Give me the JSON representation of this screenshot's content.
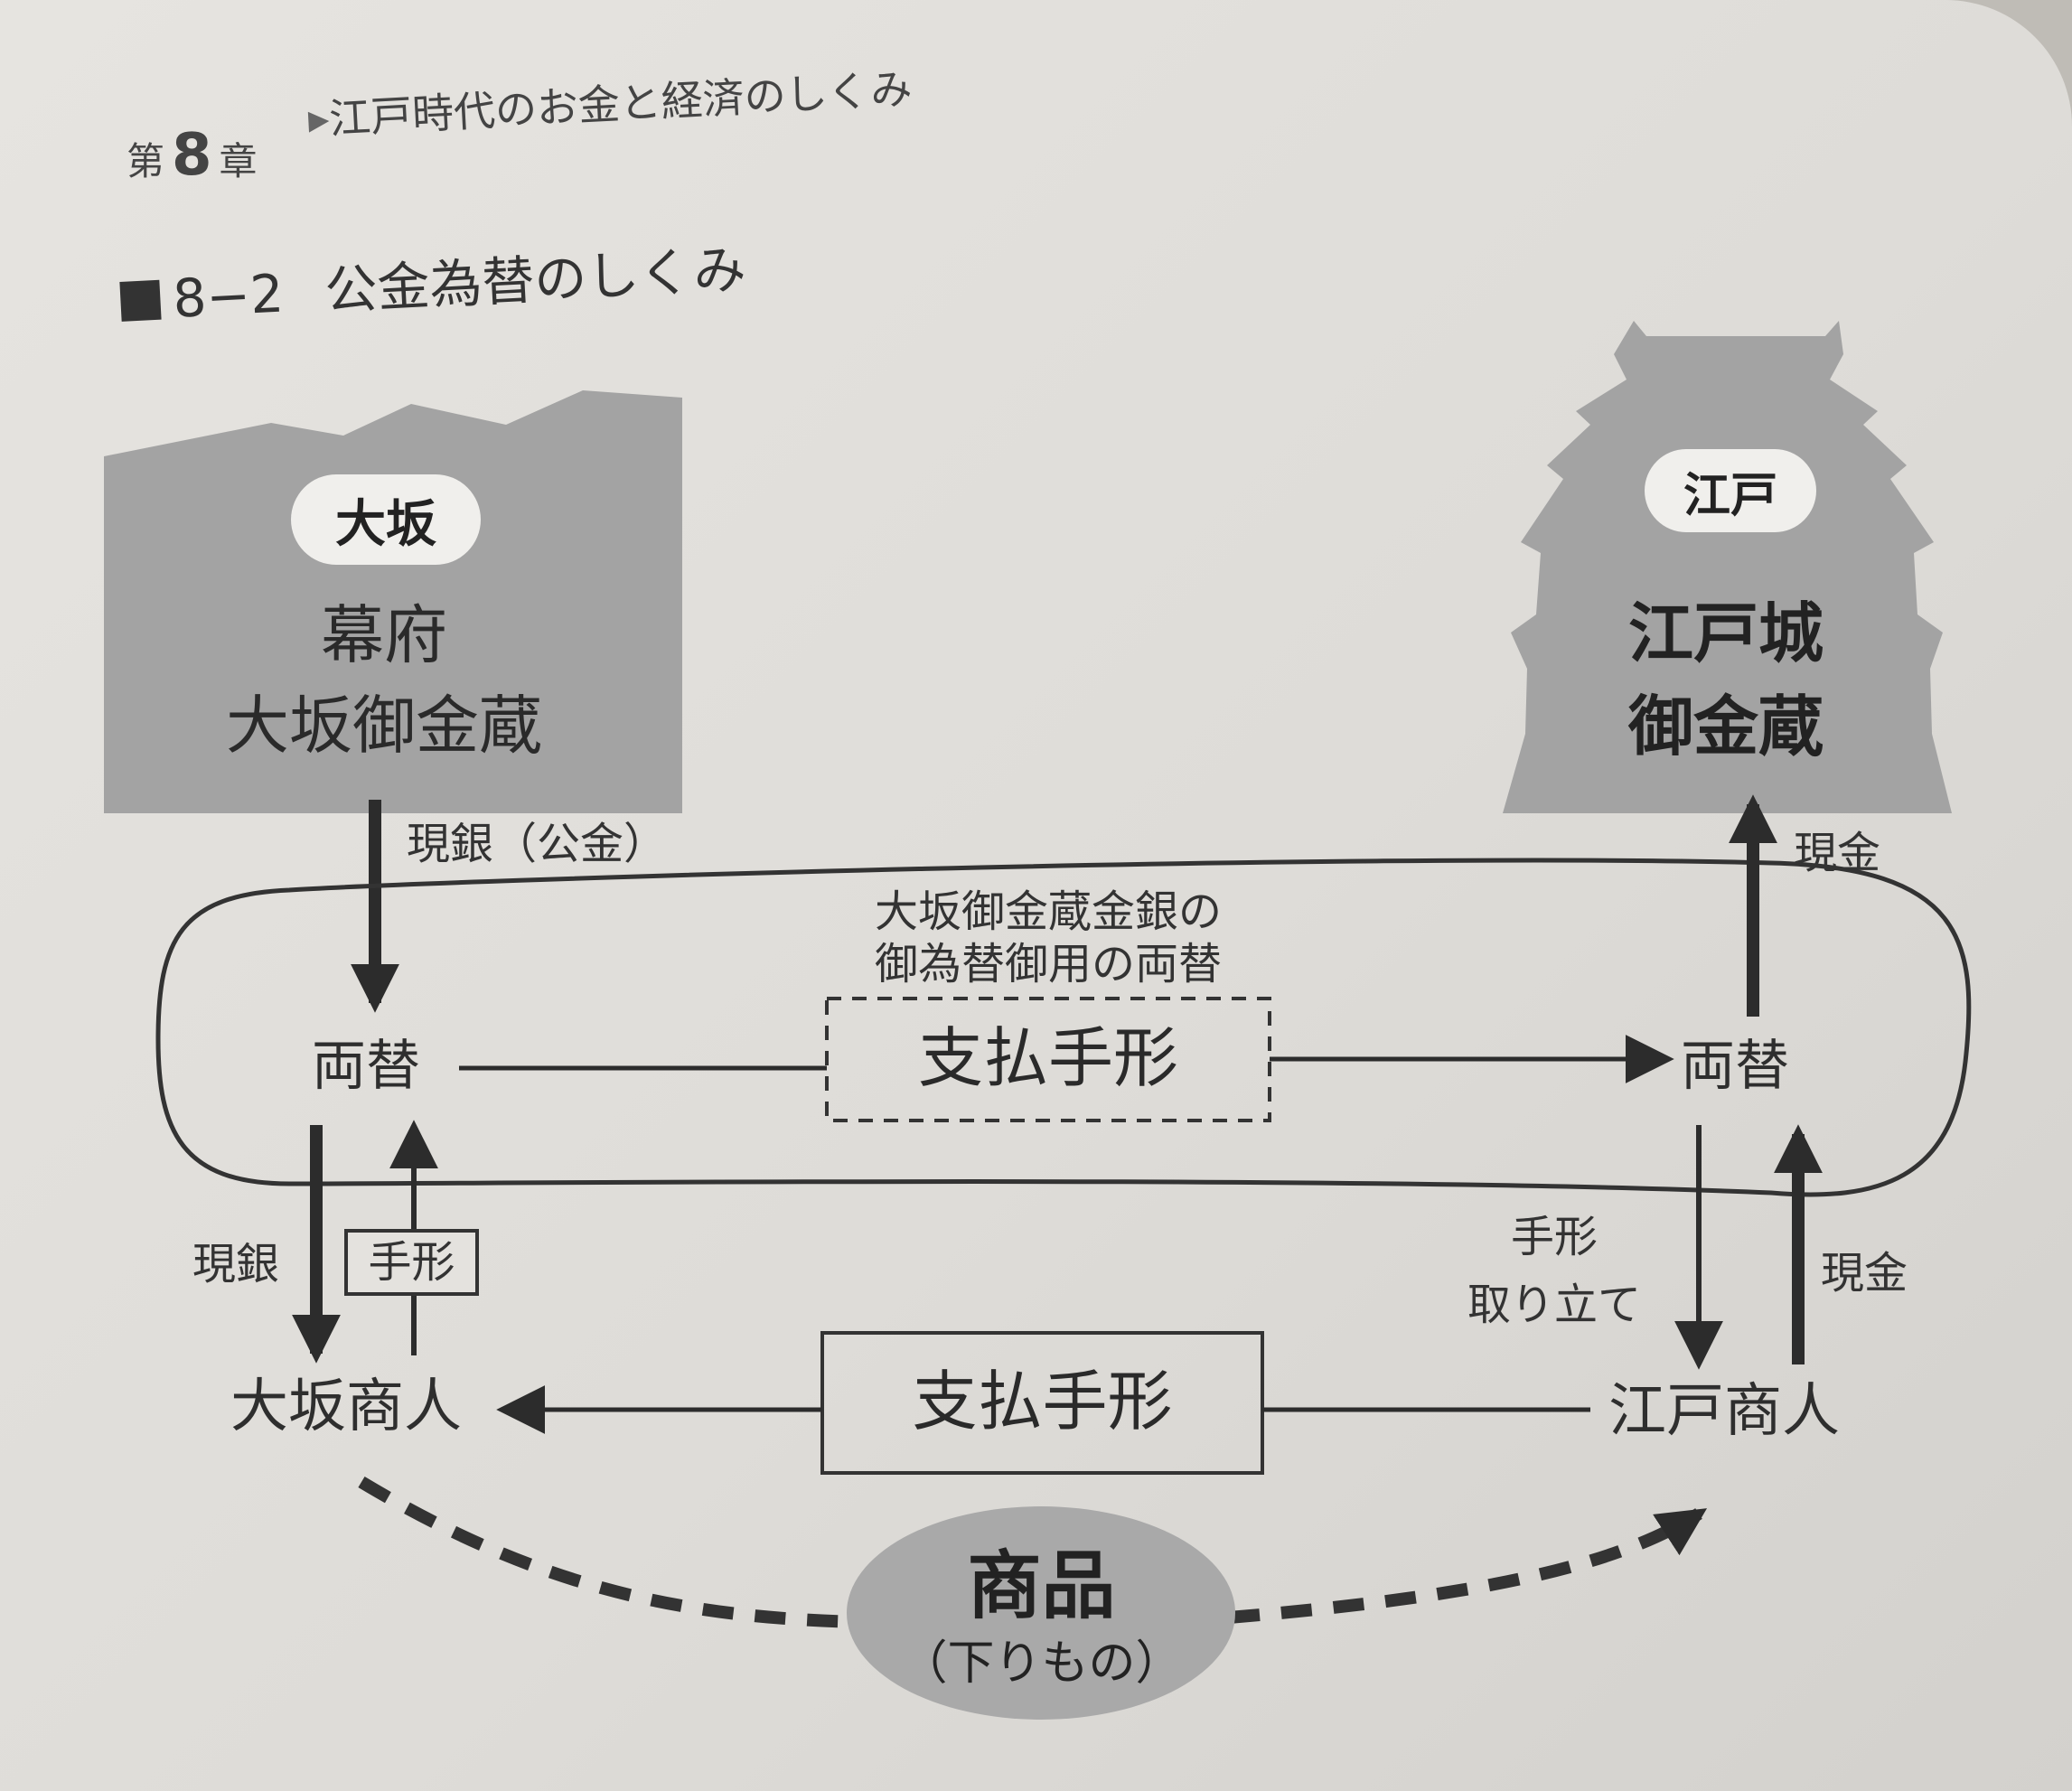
{
  "header": {
    "chapter_prefix": "第",
    "chapter_number": "8",
    "chapter_suffix": "章",
    "chapter_title": "江戸時代のお金と経済のしくみ"
  },
  "figure": {
    "number": "8−2",
    "title": "公金為替のしくみ"
  },
  "osaka": {
    "badge": "大坂",
    "line1": "幕府",
    "line2": "大坂御金蔵"
  },
  "edo": {
    "badge": "江戸",
    "line1": "江戸城",
    "line2": "御金蔵"
  },
  "labels": {
    "genkin_koukin": "現銀（公金）",
    "genkin_edo_top": "現金",
    "loop_caption_1": "大坂御金蔵金銀の",
    "loop_caption_2": "御為替御用の両替",
    "ryougae_left": "両替",
    "ryougae_right": "両替",
    "bill_top": "支払手形",
    "genkin_left": "現銀",
    "tegata_left": "手形",
    "tegata_collect_1": "手形",
    "tegata_collect_2": "取り立て",
    "genkin_edo_bottom": "現金",
    "osaka_merchant": "大坂商人",
    "edo_merchant": "江戸商人",
    "bill_bottom": "支払手形",
    "goods": "商品",
    "goods_sub": "（下りもの）"
  },
  "colors": {
    "block_gray": "#a3a3a3",
    "pill_bg": "#f0efec",
    "goods_ellipse": "#a9a9a9",
    "ink": "#2c2c2c"
  }
}
